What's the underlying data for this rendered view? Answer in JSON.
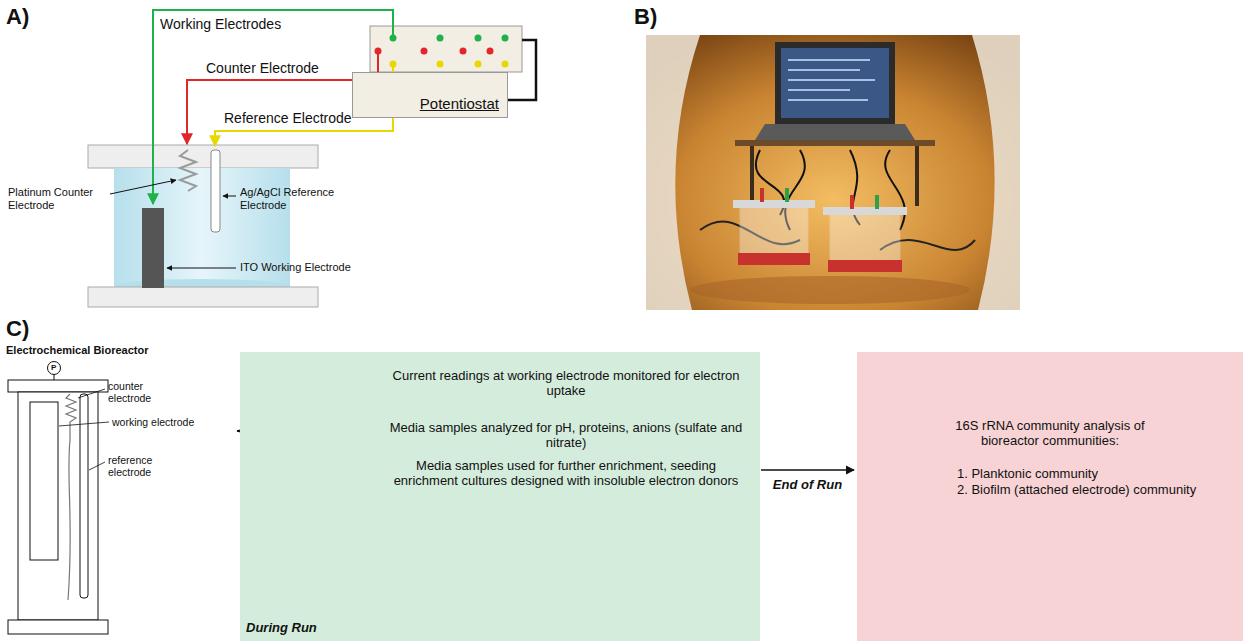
{
  "diagram": {
    "nodes": [
      {
        "text": [
          "Potentiostat"
        ]
      },
      {
        "text": [
          "Electrochemical Bioreactor",
          "counter electrode",
          "working electrode",
          "reference electrode"
        ]
      },
      {
        "text": [
          "During Run"
        ]
      },
      {
        "text": [
          "Current readings at working electrode monitored for electron uptake"
        ],
        "in": 2
      },
      {
        "text": [
          "Media samples analyzed for pH, proteins, anions (sulfate and nitrate)"
        ],
        "in": 2
      },
      {
        "text": [
          "Media samples used for further enrichment, seeding enrichment cultures designed with insoluble electron donors"
        ],
        "in": 2
      },
      {
        "text": [
          "16S rRNA community analysis of bioreactor communities:",
          "1. Planktonic community",
          "2. Biofilm (attached electrode) community"
        ]
      }
    ],
    "edges": [
      {
        "from": 1,
        "to": 3,
        "arrow": "to"
      },
      {
        "from": 1,
        "to": 4,
        "arrow": "to"
      },
      {
        "from": 1,
        "to": 5,
        "arrow": "to"
      },
      {
        "from": 2,
        "to": 6,
        "label": "End of Run",
        "arrow": "to"
      }
    ],
    "labels": [
      "A)",
      "B)",
      "C)",
      "Working Electrodes",
      "Counter Electrode",
      "Reference Electrode",
      "Platinum Counter Electrode",
      "Ag/AgCl Reference Electrode",
      "ITO Working Electrode",
      "P"
    ]
  }
}
